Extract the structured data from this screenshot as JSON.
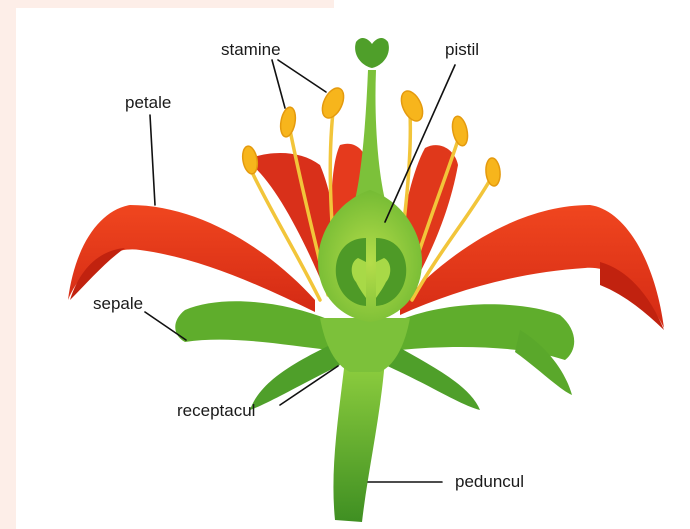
{
  "labels": {
    "stamine": "stamine",
    "pistil": "pistil",
    "petale": "petale",
    "sepale": "sepale",
    "receptacul": "receptacul",
    "peduncul": "peduncul"
  },
  "colors": {
    "petal": "#e8351c",
    "petal_dark": "#c92414",
    "sepal": "#5fad2c",
    "sepal_light": "#8fcf3f",
    "stem": "#4f9f2a",
    "pistil": "#8cc63f",
    "anther": "#f7b51c",
    "filament": "#f2c53a",
    "background_panel": "#fdeee8"
  }
}
